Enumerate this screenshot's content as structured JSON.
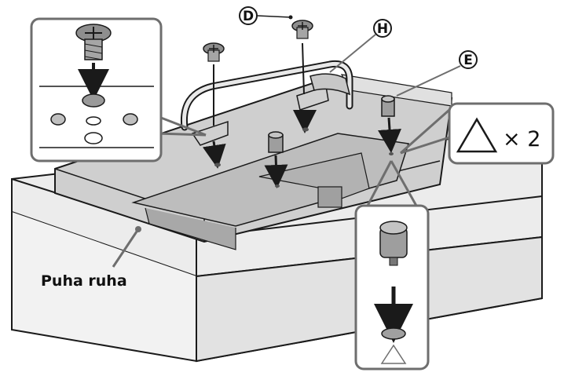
{
  "labels": {
    "screw_d": "D",
    "cable_holder_h": "H",
    "pin_e": "E",
    "cloth_label": "Puha ruha",
    "count_multiplier": "× 2"
  },
  "callouts": [
    {
      "id": "screw-detail",
      "content": "screw into hole"
    },
    {
      "id": "pin-detail",
      "content": "pin into triangle-marked hole"
    }
  ],
  "colors": {
    "line": "#1a1a1a",
    "shade_light": "#ececec",
    "shade_mid": "#d4d4d4",
    "shade_dark": "#9a9a9a",
    "panel_border": "#6e6e6e"
  }
}
